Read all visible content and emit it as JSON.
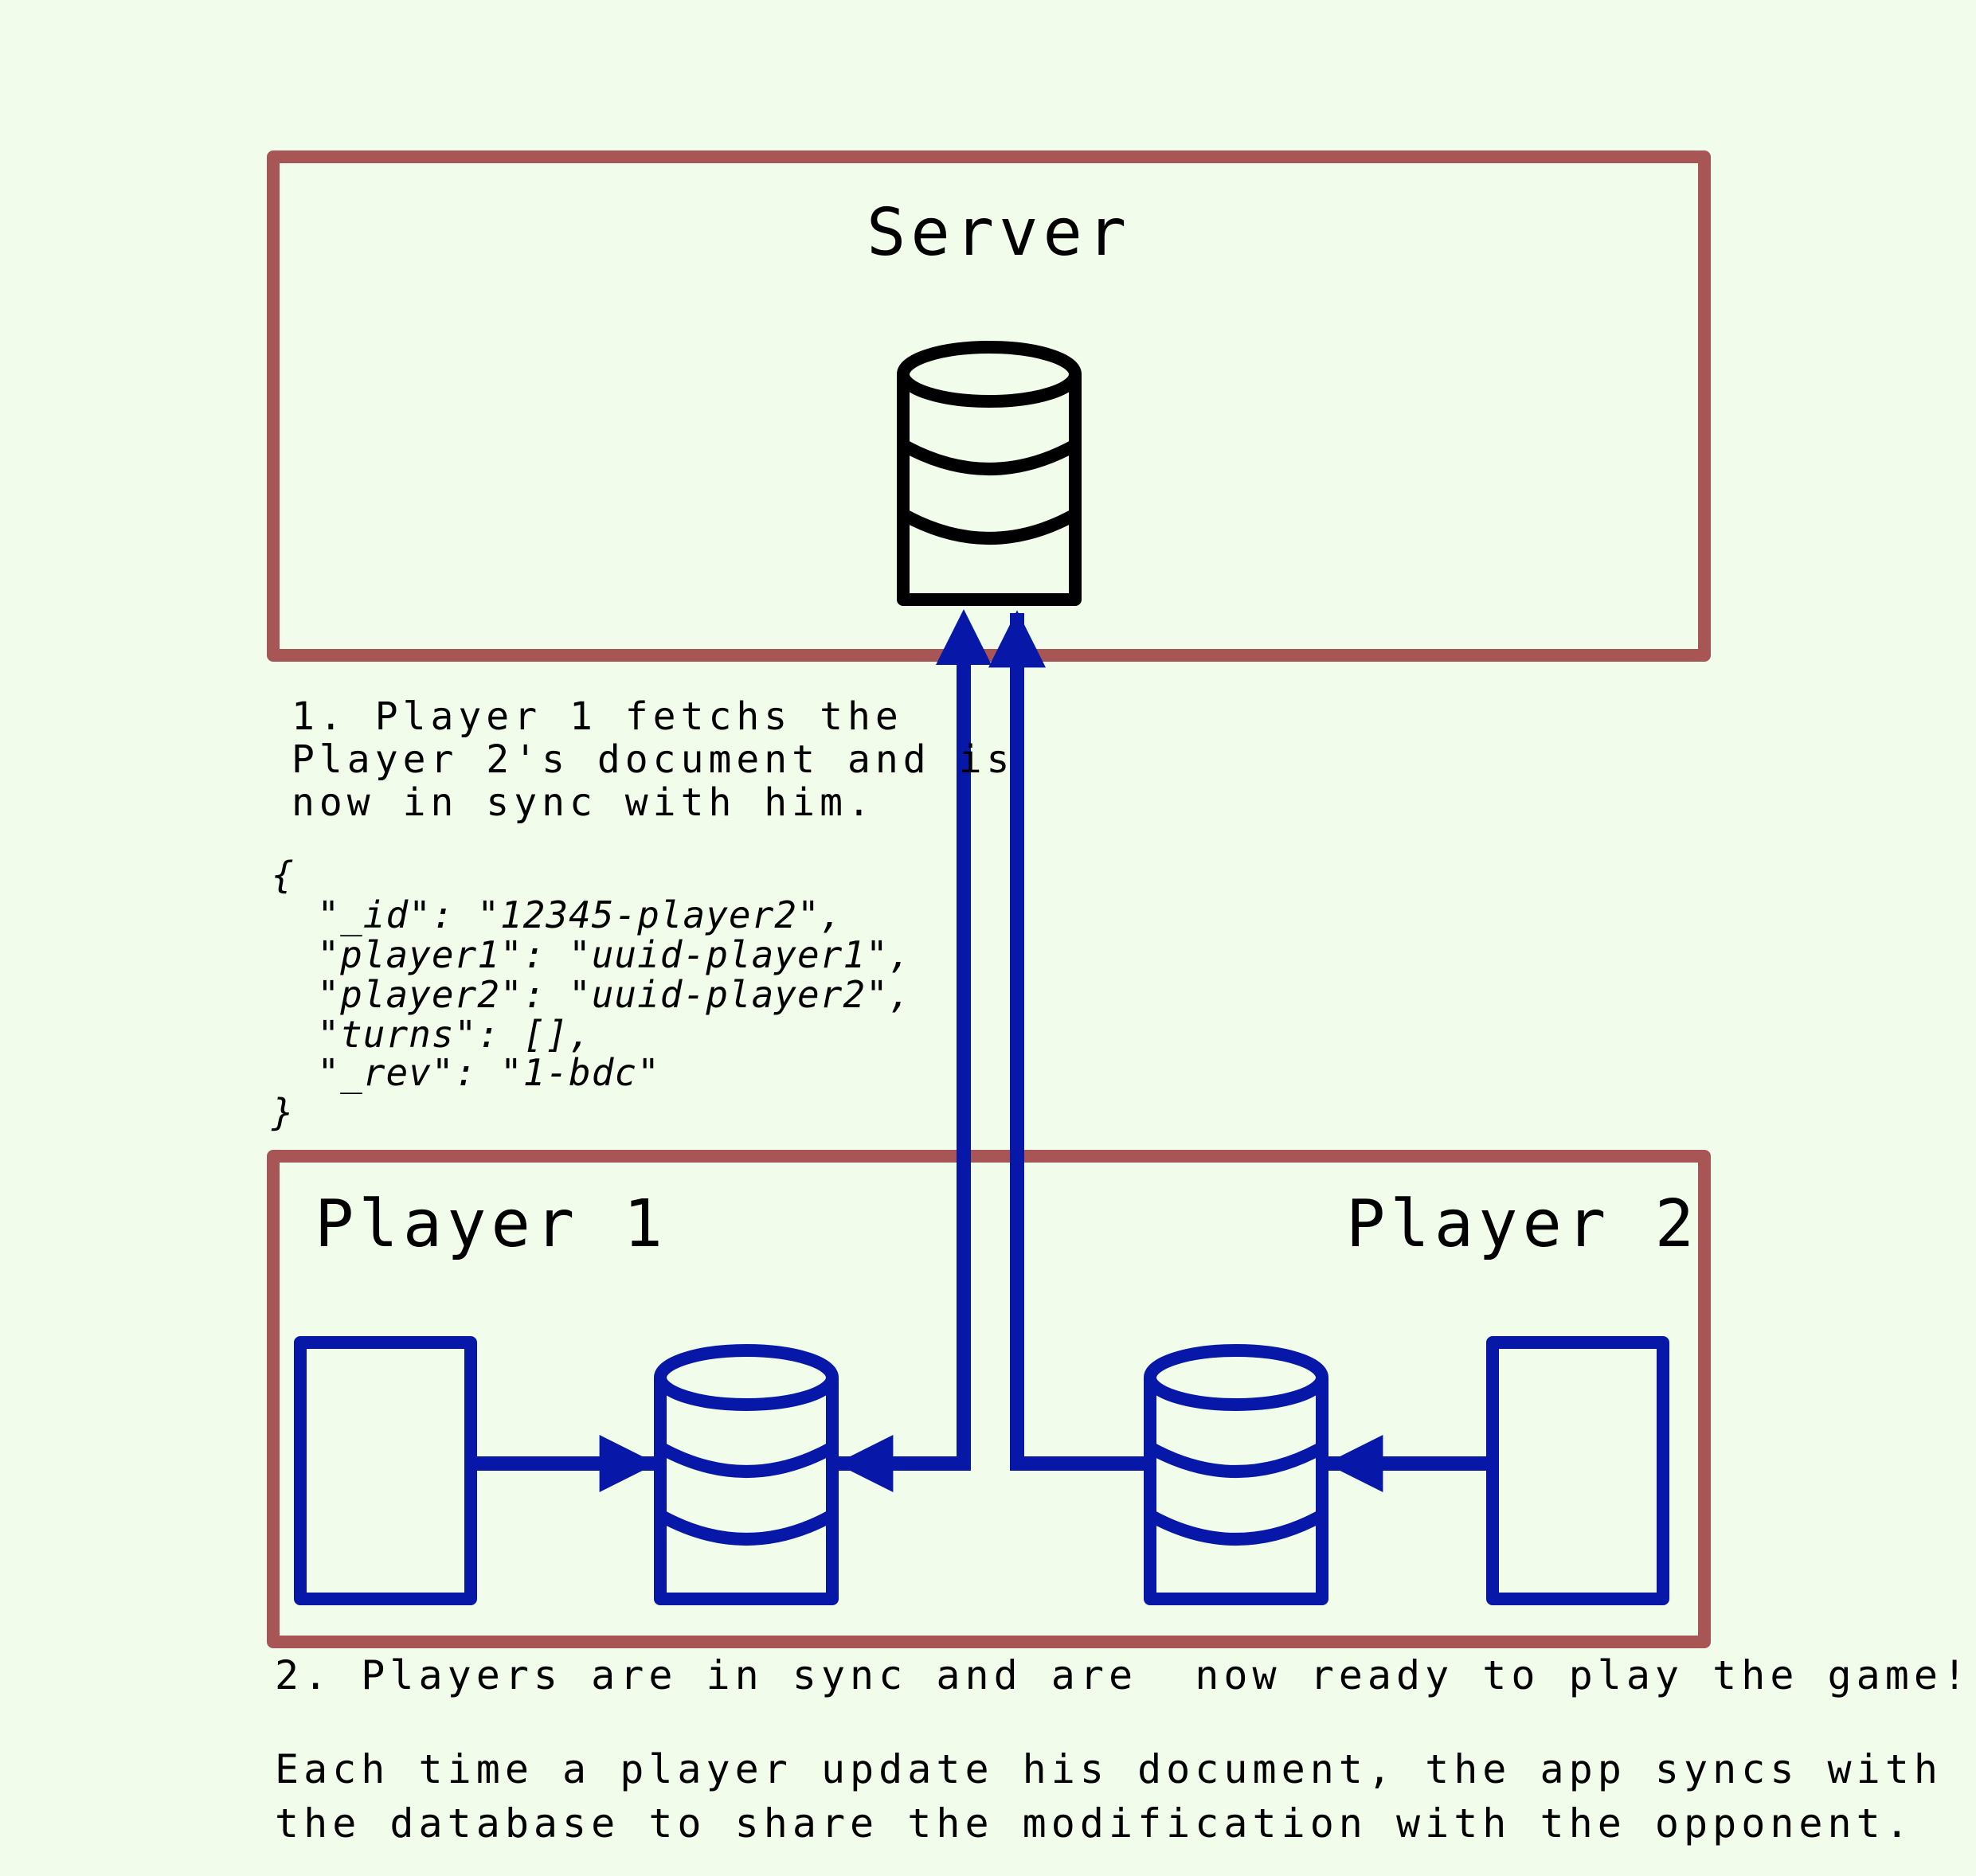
{
  "server": {
    "title": "Server"
  },
  "players": {
    "player1_label": "Player 1",
    "player2_label": "Player 2"
  },
  "notes": {
    "step1_line1": "1. Player 1 fetchs the",
    "step1_line2": "Player 2's document and is",
    "step1_line3": "now in sync with him.",
    "step2": "2. Players are in sync and are  now ready to play the game!",
    "footer_line1": "Each time a player update his document, the app syncs with",
    "footer_line2": "the database to share the modification with the opponent."
  },
  "document_json": {
    "open": "{",
    "line_id": "  \"_id\": \"12345-player2\",",
    "line_player1": "  \"player1\": \"uuid-player1\",",
    "line_player2": "  \"player2\": \"uuid-player2\",",
    "line_turns": "  \"turns\": [],",
    "line_rev": "  \"_rev\": \"1-bdc\"",
    "close": "}"
  },
  "colors": {
    "background": "#f1fdea",
    "box_border": "#a85555",
    "server_db": "#000000",
    "player_elements": "#0718a8"
  },
  "icons": {
    "server_database": "database-icon",
    "player1_database": "database-icon",
    "player2_database": "database-icon",
    "player1_device": "device-rectangle-icon",
    "player2_device": "device-rectangle-icon"
  }
}
